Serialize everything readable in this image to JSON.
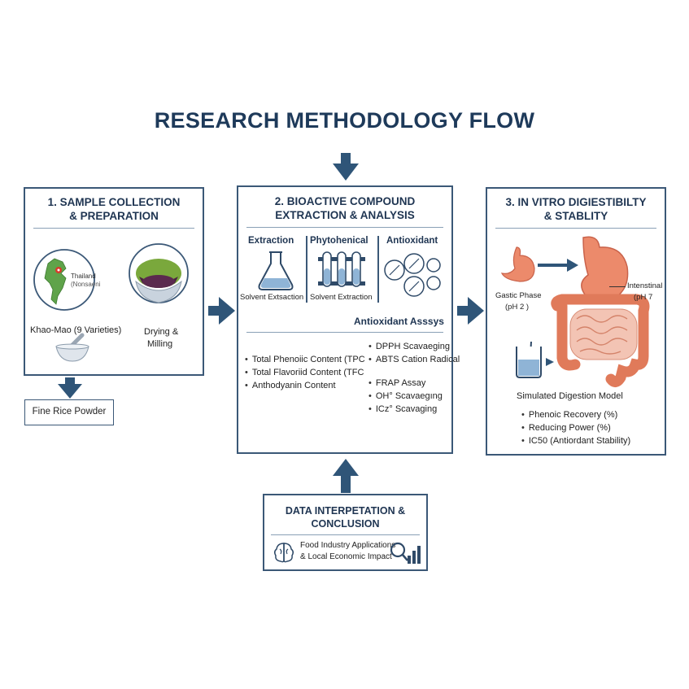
{
  "title": "RESEARCH METHODOLOGY FLOW",
  "panel1": {
    "title_line1": "1. SAMPLE COLLECTION",
    "title_line2": "& PREPARATION",
    "map_label_country": "Thailand",
    "map_label_region": "(Nonsaeni",
    "variety_label": "Khao-Mao (9 Varieties)",
    "process_line1": "Drying &",
    "process_line2": "Milling",
    "output_label": "Fine Rice Powder"
  },
  "panel2": {
    "title_line1": "2. BIOACTIVE COMPOUND",
    "title_line2": "EXTRACTION & ANALYSIS",
    "col_extraction": "Extraction",
    "col_phytochemical": "Phytohenical",
    "col_antioxidant": "Antioxidant",
    "caption_extraction": "Solvent Extsaction",
    "caption_phytochemical": "Solvent Extraction",
    "assays_heading": "Antioxidant Asssys",
    "phyto_items": [
      "Total Phenoiic Content (TPC",
      "Total Flavoriid Content (TFC",
      "Anthodyanin Content"
    ],
    "assay_items": [
      "DPPH Scavaeging",
      "ABTS Cation Radical",
      "",
      "FRAP Assay",
      "OH° Scavaegıng",
      "ICz° Scavaging"
    ]
  },
  "panel3": {
    "title_line1": "3. IN VITRO DIGIESTIBILTY",
    "title_line2": "& STABLITY",
    "gastric_line1": "Gastic Phase",
    "gastric_line2": "(pH 2 )",
    "intestinal_line1": "Intenstinal",
    "intestinal_line2": "(pH 7",
    "model_label": "Simulated Digestion Model",
    "results": [
      "Phenoic Recovery (%)",
      "Reducing Power (%)",
      "IC50 (Antiordant Stability)"
    ]
  },
  "panel4": {
    "title_line1": "DATA INTERPETATION &",
    "title_line2": "CONCLUSION",
    "footer_line1": "Food Industry Applications",
    "footer_line2": "& Local Economic Impact"
  },
  "colors": {
    "navy": "#1e3a5a",
    "border": "#3b5877",
    "arrow": "#2f5578",
    "stomach": "#e8866a"
  }
}
